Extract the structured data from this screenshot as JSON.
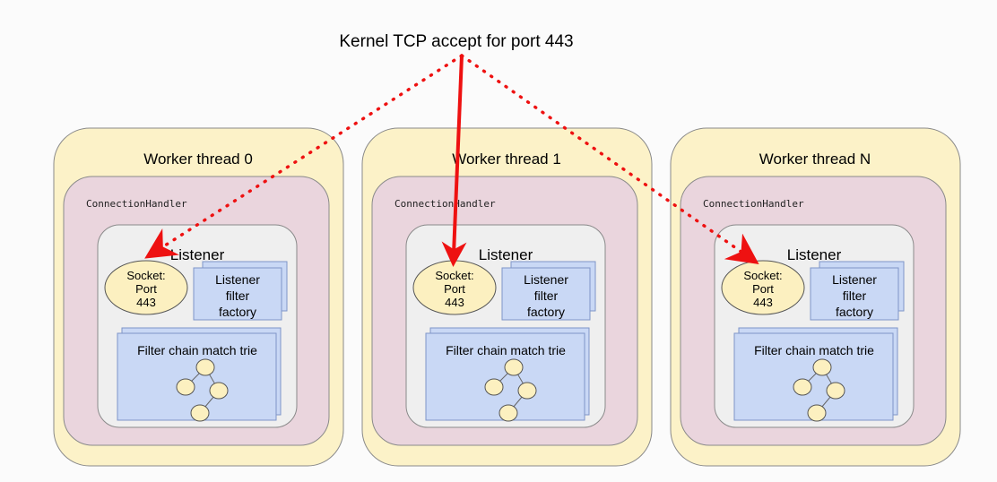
{
  "title": "Kernel TCP accept for port 443",
  "connection_handler_label": "ConnectionHandler",
  "listener_label": "Listener",
  "socket": {
    "line1": "Socket:",
    "line2": "Port",
    "line3": "443"
  },
  "filter_factory": {
    "line1": "Listener",
    "line2": "filter",
    "line3": "factory"
  },
  "filter_chain_label": "Filter chain match trie",
  "workers": [
    {
      "name": "Worker thread 0",
      "arrow_style": "dotted"
    },
    {
      "name": "Worker thread 1",
      "arrow_style": "solid"
    },
    {
      "name": "Worker thread N",
      "arrow_style": "dotted"
    }
  ],
  "colors": {
    "worker_fill": "#fcf2c8",
    "worker_stroke": "#8a8a8a",
    "handler_fill": "#ead5dd",
    "listener_fill": "#efefef",
    "socket_fill": "#fcf0c0",
    "blue_fill": "#c9d8f5",
    "blue_stroke": "#7e95c8",
    "node_fill": "#fcf0c0",
    "arrow": "#ee1111"
  }
}
